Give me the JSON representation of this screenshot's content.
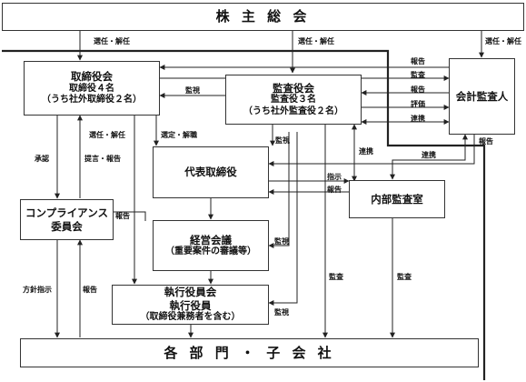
{
  "boxes": {
    "shareholders": {
      "title": "株 主 総 会"
    },
    "board": {
      "title": "取締役会",
      "line2": "取締役４名",
      "line3": "（うち社外取締役２名）"
    },
    "auditors": {
      "title": "監査役会",
      "line2": "監査役３名",
      "line3": "（うち社外監査役２名）"
    },
    "accounting_auditor": {
      "title": "会計監査人"
    },
    "ceo": {
      "title": "代表取締役"
    },
    "internal_audit": {
      "title": "内部監査室"
    },
    "compliance": {
      "title": "コンプライアンス",
      "line2": "委員会"
    },
    "mgmt_meeting": {
      "title": "経営会議",
      "line2": "（重要案件の審議等）"
    },
    "exec_officers": {
      "title": "執行役員会",
      "line2": "執行役員",
      "line3": "（取締役兼務者を含む）"
    },
    "divisions": {
      "title": "各 部 門 ・ 子 会 社"
    }
  },
  "labels": {
    "elect_1": "選任・解任",
    "elect_2": "選任・解任",
    "elect_3": "選任・解任",
    "report_aa_board": "報告",
    "audit_aa_board": "監査",
    "report_aa_aud": "報告",
    "evaluate": "評価",
    "cooperate_aa": "連携",
    "monitor_aud_board": "監視",
    "approve": "承認",
    "propose_report": "提言・報告",
    "elect_board_comp": "選任・解任",
    "select_dismiss": "選定・解職",
    "monitor_aud_ceo": "監視",
    "cooperate_aud_ia": "連携",
    "cooperate_aa_ia": "連携",
    "report_aa_bottom": "報告",
    "instruct": "指示",
    "report_ia_ceo": "報告",
    "report_comp": "報告",
    "monitor_mgmt": "監視",
    "monitor_exec": "監視",
    "policy": "方針指示",
    "report_div": "報告",
    "audit_aud": "監査",
    "audit_ia": "監査"
  }
}
